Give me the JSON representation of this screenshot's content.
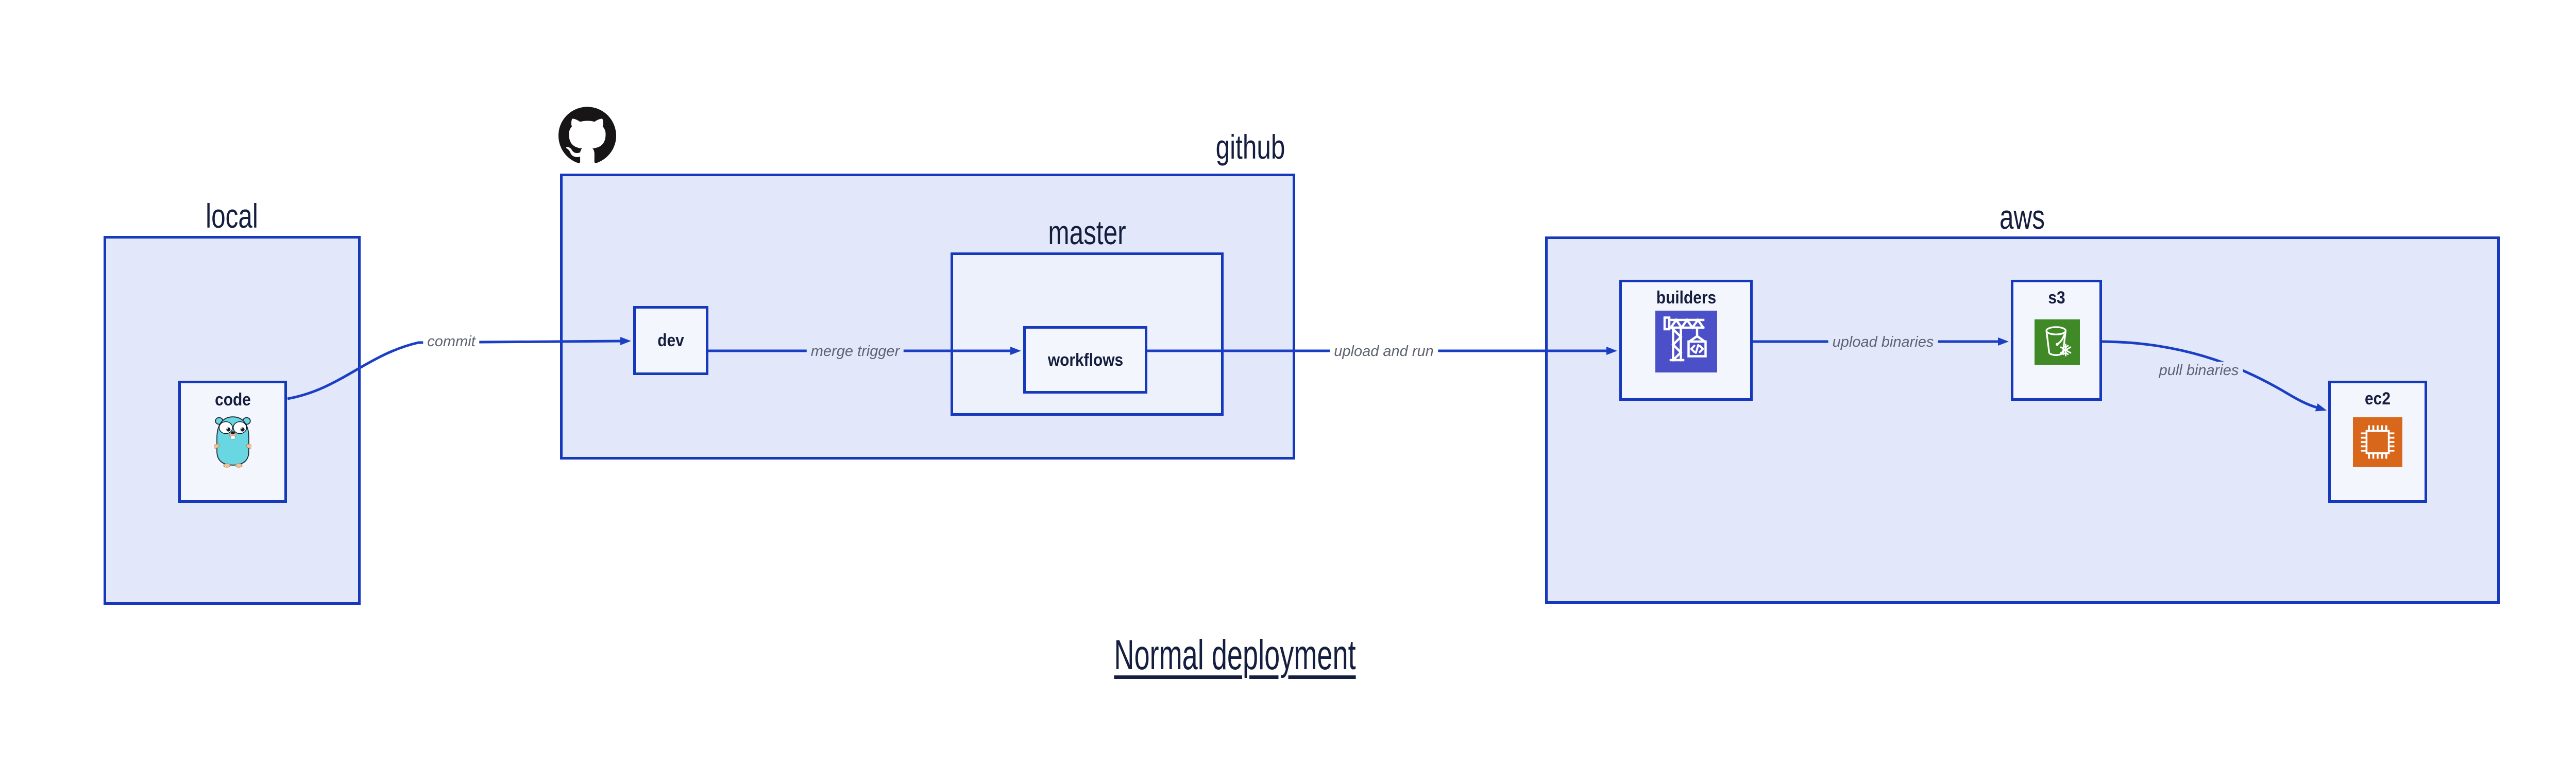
{
  "diagram_title": "Normal deployment",
  "colors": {
    "canvas": "#ffffff",
    "container-fill": "#e2e8f9",
    "master-fill": "#edf1fb",
    "node-fill": "#f3f6fd",
    "border-blue": "#1638bd",
    "arrow-blue": "#1a3fc4",
    "label-navy": "#161e3f",
    "edge-label-gray": "#5d6370",
    "builders-icon-bg": "#4b50c8",
    "s3-icon-bg": "#3f8a26",
    "ec2-icon-bg": "#d8671b",
    "github-logo-black": "#171515",
    "gopher-teal": "#68d7e2"
  },
  "containers": {
    "local": {
      "label": "local"
    },
    "github": {
      "label": "github",
      "logo_icon": "github-octocat-icon"
    },
    "master": {
      "label": "master"
    },
    "aws": {
      "label": "aws"
    }
  },
  "nodes": {
    "code": {
      "label": "code",
      "icon": "go-gopher-icon",
      "container": "local"
    },
    "dev": {
      "label": "dev",
      "container": "github"
    },
    "workflows": {
      "label": "workflows",
      "container": "master"
    },
    "builders": {
      "label": "builders",
      "icon": "aws-codebuild-crane-icon",
      "container": "aws"
    },
    "s3": {
      "label": "s3",
      "icon": "s3-bucket-snowflake-icon",
      "container": "aws"
    },
    "ec2": {
      "label": "ec2",
      "icon": "ec2-chip-icon",
      "container": "aws"
    }
  },
  "edges": [
    {
      "label": "commit",
      "from": "code",
      "to": "dev"
    },
    {
      "label": "merge trigger",
      "from": "dev",
      "to": "workflows"
    },
    {
      "label": "upload and run",
      "from": "workflows",
      "to": "builders"
    },
    {
      "label": "upload binaries",
      "from": "builders",
      "to": "s3"
    },
    {
      "label": "pull binaries",
      "from": "s3",
      "to": "ec2"
    }
  ]
}
